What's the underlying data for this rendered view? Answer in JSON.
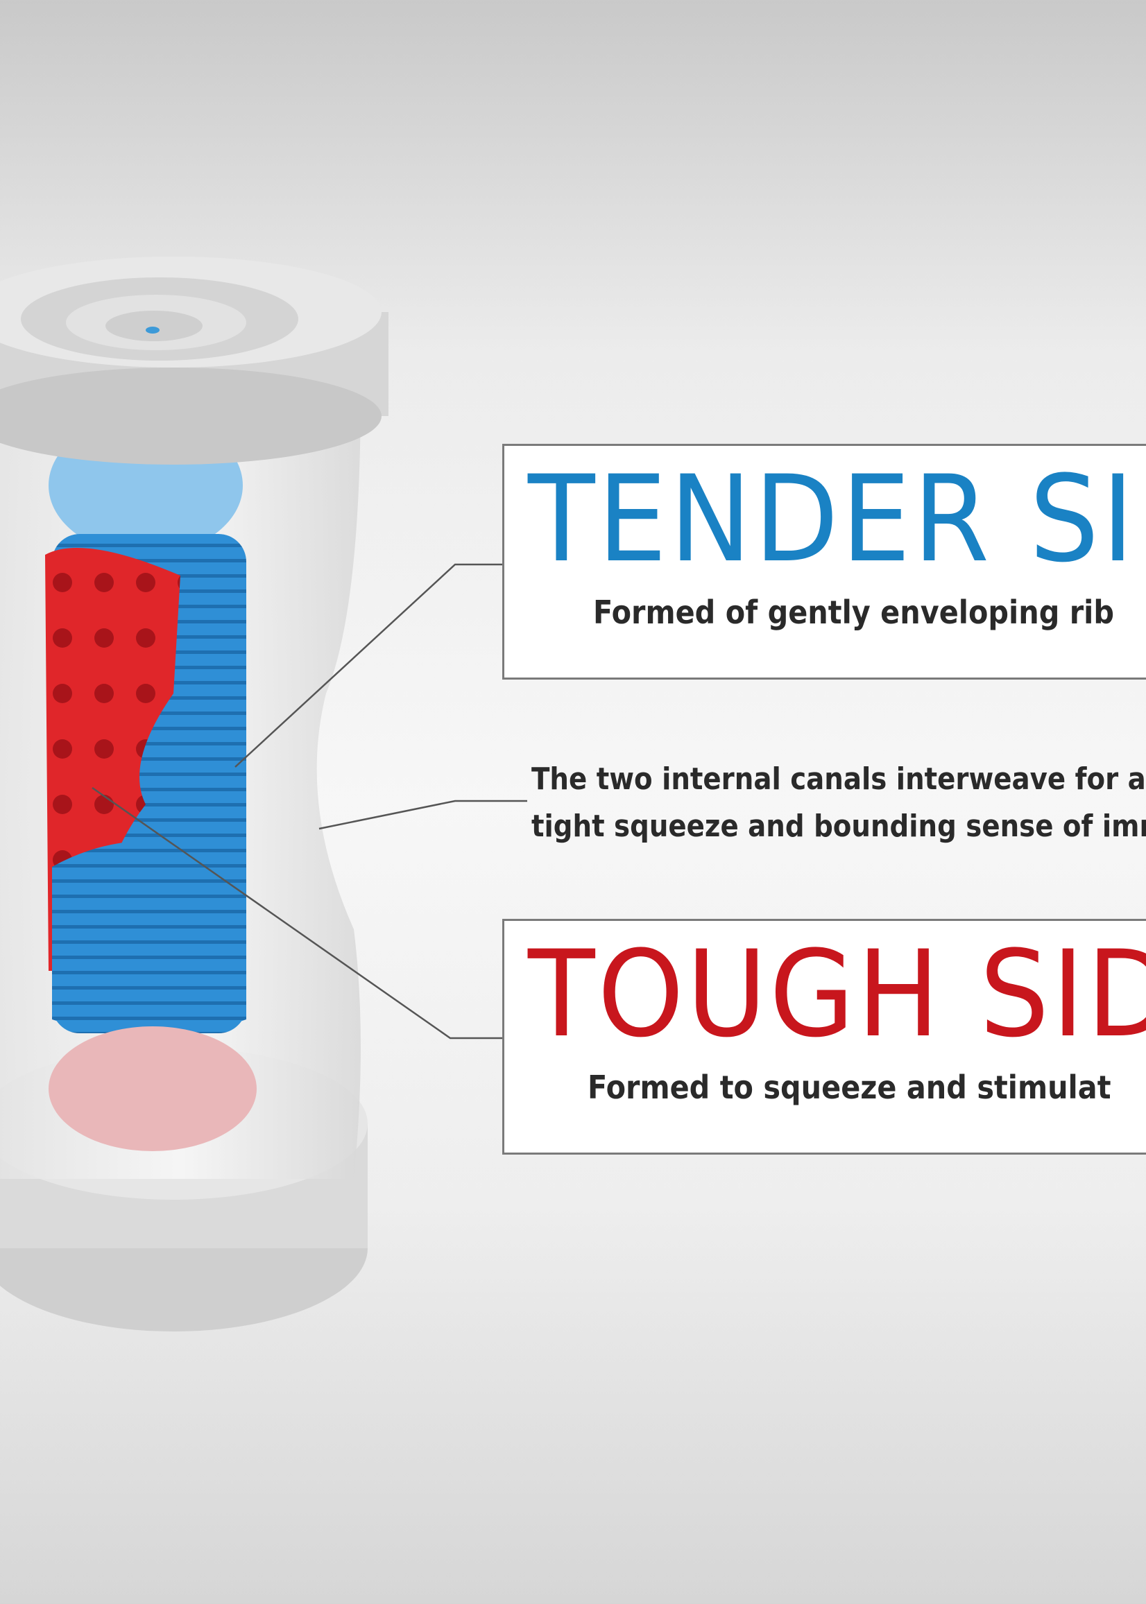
{
  "tender": {
    "title": "TENDER SID",
    "subtitle": "Formed of gently enveloping rib"
  },
  "middle": {
    "line1": "The two internal canals interweave for a",
    "line2": "tight squeeze and bounding sense of imm"
  },
  "tough": {
    "title": "TOUGH SID",
    "subtitle": "Formed to squeeze and stimulat"
  },
  "colors": {
    "tender": "#1a82c4",
    "tough": "#c8161d",
    "text": "#2a2a2a",
    "leader_line": "#555555"
  }
}
